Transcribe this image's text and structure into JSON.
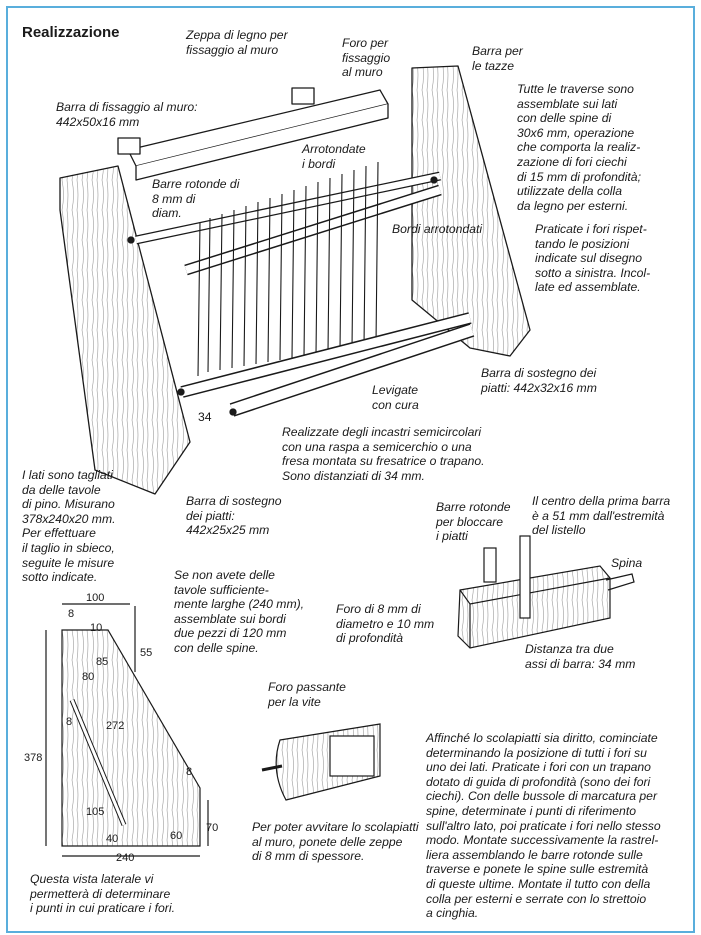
{
  "title": "Realizzazione",
  "labels": {
    "zeppa": "Zeppa di legno per\nfissaggio al muro",
    "foro_fissaggio": "Foro per\nfissaggio\nal muro",
    "barra_tazze": "Barra per\nle tazze",
    "traverse_note": "Tutte le traverse sono\nassemblate sui lati\ncon delle spine di\n30x6 mm, operazione\nche comporta la realiz-\nzazione di fori ciechi\ndi 15 mm di profondità;\nutilizzate della colla\nda legno per esterni.",
    "barra_fissaggio": "Barra di fissaggio al muro:\n442x50x16 mm",
    "arrotondate": "Arrotondate\ni bordi",
    "barre_rotonde": "Barre rotonde di\n8 mm di\ndiam.",
    "bordi_arrotondati": "Bordi arrotondati",
    "praticate_fori": "Praticate i fori rispet-\ntando le posizioni\nindicate sul disegno\nsotto a sinistra. Incol-\nlate ed assemblate.",
    "barra_sostegno_top": "Barra di sostegno dei\npiatti: 442x32x16 mm",
    "levigate": "Levigate\ncon cura",
    "dist_34": "34",
    "incastri": "Realizzate degli incastri semicircolari\ncon una raspa a semicerchio o una\nfresa montata su fresatrice o trapano.\nSono distanziati di 34 mm.",
    "lati_note": "I lati sono tagliati\nda delle tavole\ndi pino. Misurano\n378x240x20 mm.\nPer effettuare\nil taglio in sbieco,\nseguite le misure\nsotto indicate.",
    "barra_sostegno_bottom": "Barra di sostegno\ndei piatti:\n442x25x25 mm",
    "barre_bloccare": "Barre rotonde\nper bloccare\ni piatti",
    "centro_barra": "Il centro della prima barra\nè a 51 mm dall'estremità\ndel listello",
    "spina": "Spina",
    "foro_8mm": "Foro di 8 mm di\ndiametro e 10 mm\ndi profondità",
    "distanza_assi": "Distanza tra due\nassi di barra: 34 mm",
    "tavole_note": "Se non avete delle\ntavole sufficiente-\nmente larghe (240 mm),\nassemblate sui bordi\ndue pezzi di 120 mm\ncon delle spine.",
    "foro_passante": "Foro passante\nper la vite",
    "scolapiatti_note": "Per poter avvitare lo scolapiatti\nal muro, ponete delle zeppe\ndi 8 mm di spessore.",
    "vista_laterale": "Questa vista laterale vi\npermetterà di determinare\ni punti in cui praticare i fori.",
    "affinche": "Affinché lo scolapiatti sia diritto, cominciate\ndeterminando la posizione di tutti i fori su\nuno dei lati. Praticate i fori con un trapano\ndotato di guida di profondità (sono dei fori\nciechi). Con delle bussole di marcatura per\nspine, determinate i punti di riferimento\nsull'altro lato, poi praticate i fori nello stesso\nmodo. Montate successivamente la rastrel-\nliera assemblando le barre rotonde sulle\ntraverse e ponete le spine sulle estremità\ndi queste ultime. Montate il tutto con della\ncolla per esterni e serrate con lo strettoio\na cinghia."
  },
  "dimensions": {
    "d100": "100",
    "d8a": "8",
    "d10": "10",
    "d55": "55",
    "d85": "85",
    "d80": "80",
    "d8b": "8",
    "d272": "272",
    "d378": "378",
    "d8c": "8",
    "d105": "105",
    "d40": "40",
    "d60": "60",
    "d70": "70",
    "d240": "240"
  }
}
